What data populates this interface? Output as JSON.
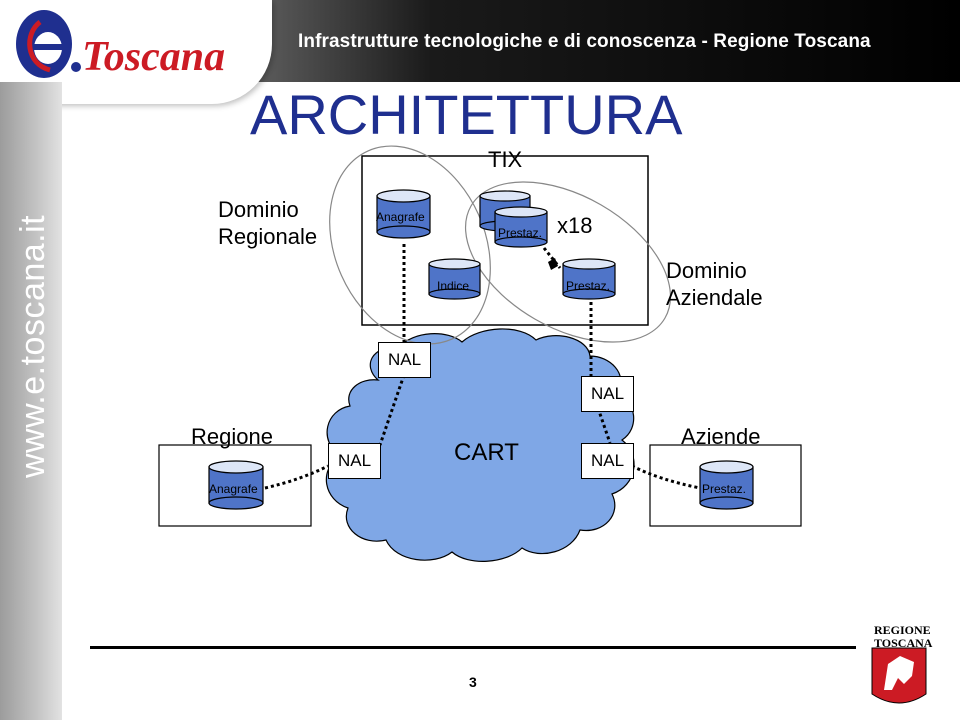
{
  "header": {
    "logo_text": "e.Toscana",
    "title": "Infrastrutture tecnologiche e di conoscenza - Regione Toscana",
    "side_url": "www.e.toscana.it"
  },
  "slide": {
    "title": "ARCHITETTURA",
    "page_number": "3"
  },
  "diagram": {
    "tix_label": "TIX",
    "x18_label": "x18",
    "dominio_regionale": [
      "Dominio",
      "Regionale"
    ],
    "dominio_aziendale": [
      "Dominio",
      "Aziendale"
    ],
    "regione_label": "Regione",
    "aziende_label": "Aziende",
    "cart_label": "CART",
    "nal_label": "NAL",
    "databases": {
      "anagrafe_tix": "Anagrafe",
      "prestaz_tix_back": "",
      "prestaz_tix_front": "Prestaz.",
      "indice": "Indice",
      "prestaz_tix_right": "Prestaz.",
      "anagrafe_regione": "Anagrafe",
      "prestaz_aziende": "Prestaz."
    }
  },
  "footer": {
    "regione_logo_lines": [
      "REGIONE",
      "TOSCANA"
    ]
  },
  "colors": {
    "title_blue": "#1f2f8f",
    "db_blue": "#4f74c8",
    "cloud_blue": "#7fa7e6",
    "logo_blue": "#2a3e9a",
    "logo_red": "#cc1b24"
  }
}
